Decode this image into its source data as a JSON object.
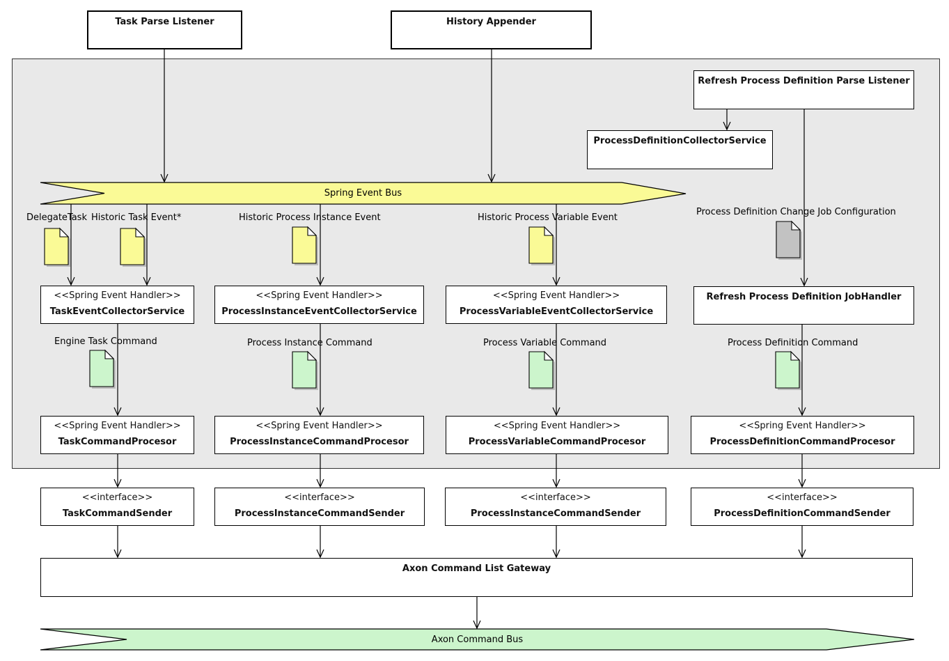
{
  "colors": {
    "bus_yellow": "#FAFA96",
    "bus_green": "#CCF5CC",
    "doc_yellow": "#FAFA96",
    "doc_green": "#CCF5CC",
    "doc_gray": "#C2C2C2",
    "container_gray": "#E9E9E9"
  },
  "stereotypes": {
    "spring_event_handler": "<<Spring Event Handler>>",
    "interface": "<<interface>>"
  },
  "external": {
    "task_parse_listener": "Task Parse Listener",
    "history_appender": "History Appender"
  },
  "container": {
    "refresh_pd_parse_listener": "Refresh Process Definition Parse Listener",
    "pd_collector_service": "ProcessDefinitionCollectorService",
    "spring_event_bus": "Spring Event Bus",
    "events": {
      "delegate_task": "DelegateTask",
      "historic_task_event": "Historic Task Event*",
      "historic_process_instance_event": "Historic Process Instance Event",
      "historic_process_variable_event": "Historic Process Variable Event",
      "pd_change_job_configuration": "Process Definition Change Job Configuration"
    },
    "handlers": {
      "task_event_collector": "TaskEventCollectorService",
      "process_instance_event_collector": "ProcessInstanceEventCollectorService",
      "process_variable_event_collector": "ProcessVariableEventCollectorService",
      "refresh_pd_jobhandler": "Refresh Process Definition JobHandler"
    },
    "commands": {
      "engine_task": "Engine Task Command",
      "process_instance": "Process Instance Command",
      "process_variable": "Process Variable Command",
      "process_definition": "Process Definition Command"
    },
    "processors": {
      "task": "TaskCommandProcesor",
      "process_instance": "ProcessInstanceCommandProcesor",
      "process_variable": "ProcessVariableCommandProcesor",
      "process_definition": "ProcessDefinitionCommandProcesor"
    }
  },
  "senders": {
    "task": "TaskCommandSender",
    "process_instance": "ProcessInstanceCommandSender",
    "process_instance_2": "ProcessInstanceCommandSender",
    "process_definition": "ProcessDefinitionCommandSender"
  },
  "gateway": "Axon Command List Gateway",
  "axon_command_bus": "Axon Command Bus"
}
